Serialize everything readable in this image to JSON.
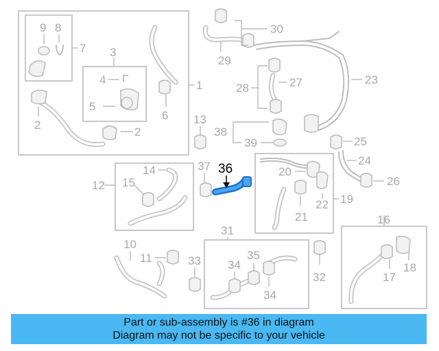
{
  "diagram": {
    "highlight_label": "36",
    "labels": {
      "p1": "1",
      "p2a": "2",
      "p2b": "2",
      "p3": "3",
      "p4": "4",
      "p5": "5",
      "p6": "6",
      "p7": "7",
      "p8": "8",
      "p9": "9",
      "p10": "10",
      "p11": "11",
      "p12": "12",
      "p13": "13",
      "p14": "14",
      "p15": "15",
      "p16": "16",
      "p17": "17",
      "p18": "18",
      "p19": "19",
      "p20": "20",
      "p21": "21",
      "p22": "22",
      "p23": "23",
      "p24": "24",
      "p25": "25",
      "p26": "26",
      "p27": "27",
      "p28": "28",
      "p29": "29",
      "p30": "30",
      "p31": "31",
      "p32": "32",
      "p33": "33",
      "p34a": "34",
      "p34b": "34",
      "p35": "35",
      "p37": "37",
      "p38": "38",
      "p39": "39"
    },
    "colors": {
      "highlight": "#1c6fd1",
      "banner": "#4ab8f2",
      "linework": "#bdbdbd"
    }
  },
  "banner": {
    "line1": "Part or sub-assembly is #36 in diagram",
    "line2": "Diagram may not be specific to your vehicle"
  }
}
